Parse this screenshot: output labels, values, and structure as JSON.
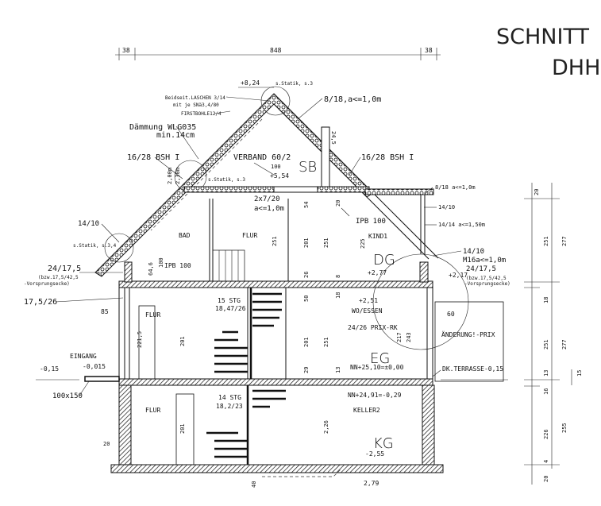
{
  "title": {
    "line1": "SCHNITT",
    "line2": "DHH"
  },
  "top_dimensions": [
    "38",
    "848",
    "38"
  ],
  "levels": {
    "dg": "DG",
    "eg": "EG",
    "kg": "KG",
    "sb": "SB"
  },
  "elevations": [
    "+8,24",
    "+5,54",
    "+2,77",
    "+2,51",
    "+2,17",
    "-0,15",
    "-0,015",
    "NN+25,10=±0,00",
    "NN+24,91=-0,29",
    "-2,55",
    "2,79"
  ],
  "rooms": [
    "BAD",
    "FLUR",
    "KIND1",
    "FLUR",
    "WO/ESSEN",
    "FLUR",
    "KELLER2",
    "EINGANG"
  ],
  "stairs": [
    "15 STG",
    "18,47/26",
    "14 STG",
    "18,2/23"
  ],
  "annotations": [
    "s.Statik, s.3",
    "Beidseit.LASCHEN 3/14",
    "mit je SNä3,4/80",
    "FIRSTBOHLE12/4",
    "8/18,a<=1,0m",
    "Dämmung WLG035",
    "min.14cm",
    "16/28 BSH I",
    "VERBAND 60/2",
    "16/28 BSH I",
    "100",
    "s.Statik, s.3",
    "2x7/20",
    "a<=1,0m",
    "8/18 a<=1,0m",
    "14/10",
    "14/14 a<=1,50m",
    "IPB 100",
    "14/10",
    "s.Statik, s.3,4",
    "IPB 100",
    "14/10",
    "M16a<=1,0m",
    "24/17,5",
    "(bzw.17,5/42,5",
    "-Vorsprungsecke)",
    "24/17,5",
    "(bzw.17,5/42,5",
    "-Vorsprungsecke)",
    "17,5/26",
    "85",
    "24/26 PRIX-RK",
    "60",
    "ÄNDERUNG!-PRIX",
    "DK.TERRASSE-0,15",
    "100x150",
    "20",
    "40"
  ],
  "right_dimensions": [
    "20",
    "251",
    "277",
    "18",
    "251",
    "277",
    "13",
    "15",
    "16",
    "226",
    "255",
    "4",
    "20"
  ],
  "inner_dimensions": [
    "251",
    "201",
    "251",
    "225",
    "54",
    "20",
    "26",
    "8",
    "18",
    "50",
    "201",
    "251",
    "29",
    "13",
    "221,5",
    "201",
    "201",
    "2,26",
    "64,6",
    "100",
    "243",
    "217",
    "2,00m",
    "2,30m",
    "24,5"
  ]
}
